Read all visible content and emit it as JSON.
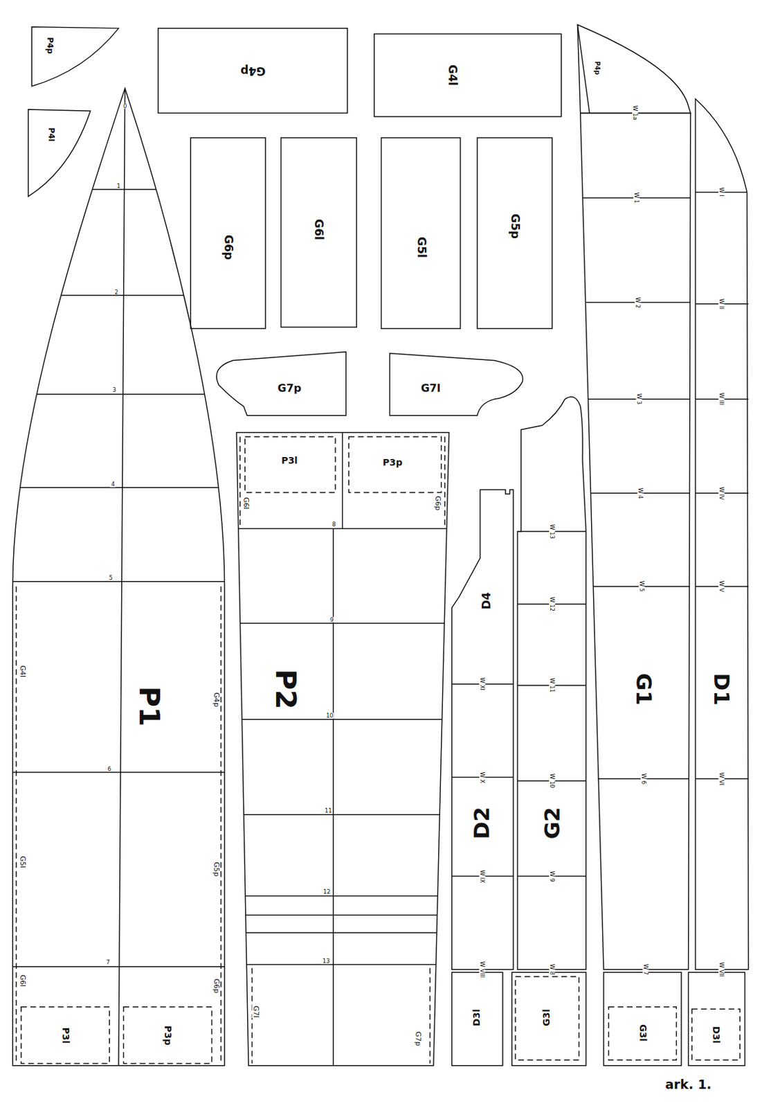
{
  "diagram": {
    "nodes": [
      {
        "text": [
          "P4p"
        ]
      },
      {
        "text": [
          "P4l"
        ]
      },
      {
        "text": [
          "G4p"
        ]
      },
      {
        "text": [
          "G4l"
        ]
      },
      {
        "text": [
          "P4p"
        ]
      },
      {
        "text": [
          "G6p"
        ]
      },
      {
        "text": [
          "G6l"
        ]
      },
      {
        "text": [
          "G5l"
        ]
      },
      {
        "text": [
          "G5p"
        ]
      },
      {
        "text": [
          "G7p"
        ]
      },
      {
        "text": [
          "G7l"
        ]
      },
      {
        "text": [
          "P1"
        ]
      },
      {
        "text": [
          "P3l"
        ],
        "in": 11
      },
      {
        "text": [
          "P3p"
        ],
        "in": 11
      },
      {
        "text": [
          "P2"
        ]
      },
      {
        "text": [
          "P3l"
        ],
        "in": 14
      },
      {
        "text": [
          "P3p"
        ],
        "in": 14
      },
      {
        "text": [
          "D4"
        ]
      },
      {
        "text": [
          "D2"
        ]
      },
      {
        "text": [
          "D3l"
        ]
      },
      {
        "text": [
          "G2"
        ]
      },
      {
        "text": [
          "G3l"
        ]
      },
      {
        "text": [
          "G1"
        ]
      },
      {
        "text": [
          "G3l"
        ],
        "in": 22
      },
      {
        "text": [
          "D1"
        ]
      },
      {
        "text": [
          "D3l"
        ],
        "in": 24
      }
    ],
    "labels": [
      "0",
      "1",
      "2",
      "3",
      "4",
      "5",
      "6",
      "7",
      "8",
      "9",
      "10",
      "11",
      "12",
      "13",
      "G4l",
      "G4p",
      "G5l",
      "G5p",
      "G6l",
      "G6p",
      "G6l",
      "G6p",
      "G7l",
      "G7p",
      "W 1a",
      "W 1",
      "W 2",
      "W 3",
      "W 4",
      "W 5",
      "W 6",
      "W 7",
      "W I",
      "W II",
      "W III",
      "W IV",
      "W V",
      "W VI",
      "W VII",
      "W 13",
      "W 12",
      "W 11",
      "W 10",
      "W 9",
      "W 8",
      "W XI",
      "W X",
      "W IX",
      "W VIII",
      "ark. 1."
    ]
  }
}
